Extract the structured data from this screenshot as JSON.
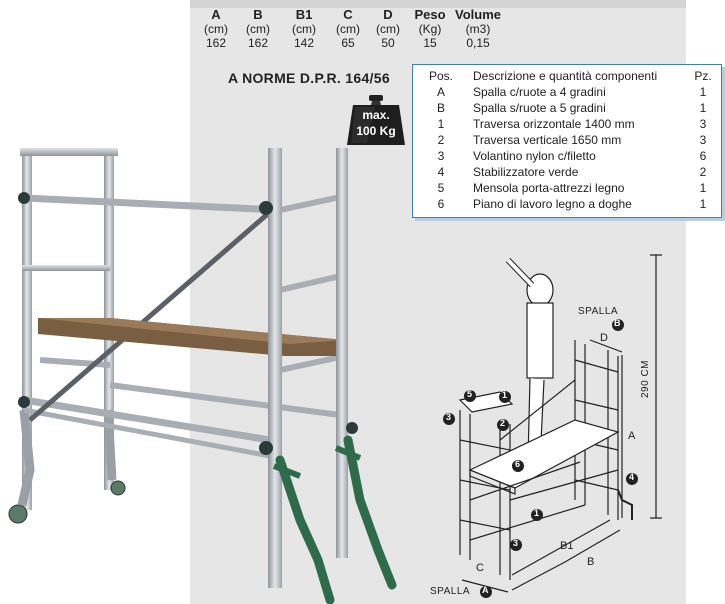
{
  "specs": {
    "columns": [
      {
        "header": "A",
        "unit": "(cm)",
        "value": "162"
      },
      {
        "header": "B",
        "unit": "(cm)",
        "value": "162"
      },
      {
        "header": "B1",
        "unit": "(cm)",
        "value": "142"
      },
      {
        "header": "C",
        "unit": "(cm)",
        "value": "65"
      },
      {
        "header": "D",
        "unit": "(cm)",
        "value": "50"
      },
      {
        "header": "Peso",
        "unit": "(Kg)",
        "value": "15"
      },
      {
        "header": "Volume",
        "unit": "(m3)",
        "value": "0,15"
      }
    ]
  },
  "norm": "A NORME D.P.R. 164/56",
  "weight_badge": {
    "line1": "max.",
    "line2": "100 Kg"
  },
  "components": {
    "headers": {
      "pos": "Pos.",
      "desc": "Descrizione e quantità componenti",
      "pz": "Pz."
    },
    "rows": [
      {
        "pos": "A",
        "desc": "Spalla c/ruote a 4 gradini",
        "pz": "1"
      },
      {
        "pos": "B",
        "desc": "Spalla s/ruote a 5 gradini",
        "pz": "1"
      },
      {
        "pos": "1",
        "desc": "Traversa orizzontale  1400 mm",
        "pz": "3"
      },
      {
        "pos": "2",
        "desc": "Traversa verticale  1650 mm",
        "pz": "3"
      },
      {
        "pos": "3",
        "desc": "Volantino nylon c/filetto",
        "pz": "6"
      },
      {
        "pos": "4",
        "desc": "Stabilizzatore verde",
        "pz": "2"
      },
      {
        "pos": "5",
        "desc": "Mensola porta-attrezzi legno",
        "pz": "1"
      },
      {
        "pos": "6",
        "desc": "Piano di lavoro legno a doghe",
        "pz": "1"
      }
    ]
  },
  "diagram": {
    "spalla_b": "SPALLA",
    "spalla_b_letter": "B",
    "spalla_a": "SPALLA",
    "spalla_a_letter": "A",
    "height": "290 CM",
    "dim_a": "A",
    "dim_b": "B",
    "dim_b1": "B1",
    "dim_c": "C",
    "dim_d": "D",
    "markers": [
      "1",
      "2",
      "3",
      "4",
      "5",
      "6"
    ]
  },
  "colors": {
    "aluminium": "#b8bdc2",
    "stabilizer": "#2d6b4a",
    "wood": "#8a6a4a",
    "panel": "#e6e6e6",
    "accent": "#3c7fb8"
  }
}
